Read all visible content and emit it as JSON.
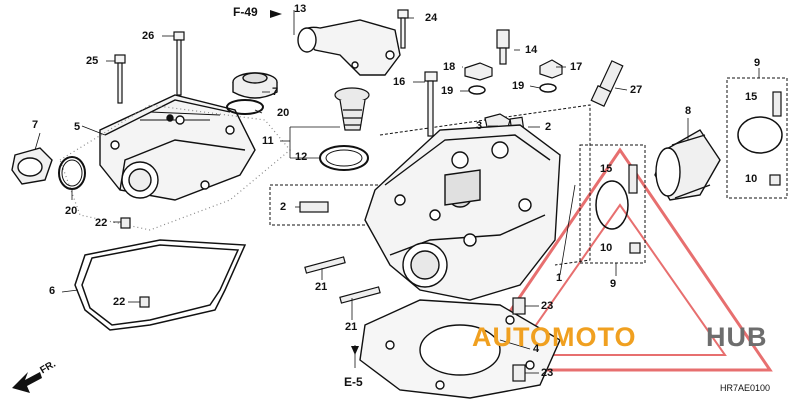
{
  "diagram": {
    "drawing_code": "HR7AE0100",
    "refs": {
      "top": "F-49",
      "bottom": "E-5",
      "direction": "FR."
    },
    "watermark": {
      "part1": "AUTOMOTO",
      "part2": "HUB",
      "color1": "#f0a020",
      "color2": "#6d6d6d",
      "triangle_color": "#e04040"
    },
    "callouts": {
      "c13": "13",
      "c24": "24",
      "c14": "14",
      "c26": "26",
      "c25": "25",
      "c7a": "7",
      "c20a": "20",
      "c18": "18",
      "c17": "17",
      "c16": "16",
      "c19a": "19",
      "c19b": "19",
      "c27": "27",
      "c9a": "9",
      "c15a": "15",
      "c3": "3",
      "c2a": "2",
      "c5": "5",
      "c11": "11",
      "c12": "12",
      "c8": "8",
      "c7b": "7",
      "c20b": "20",
      "c15b": "15",
      "c10a": "10",
      "c2b": "2",
      "c10b": "10",
      "c22a": "22",
      "c6": "6",
      "c22b": "22",
      "c21a": "21",
      "c21b": "21",
      "c1": "1",
      "c9b": "9",
      "c23a": "23",
      "c4": "4",
      "c23b": "23"
    }
  }
}
